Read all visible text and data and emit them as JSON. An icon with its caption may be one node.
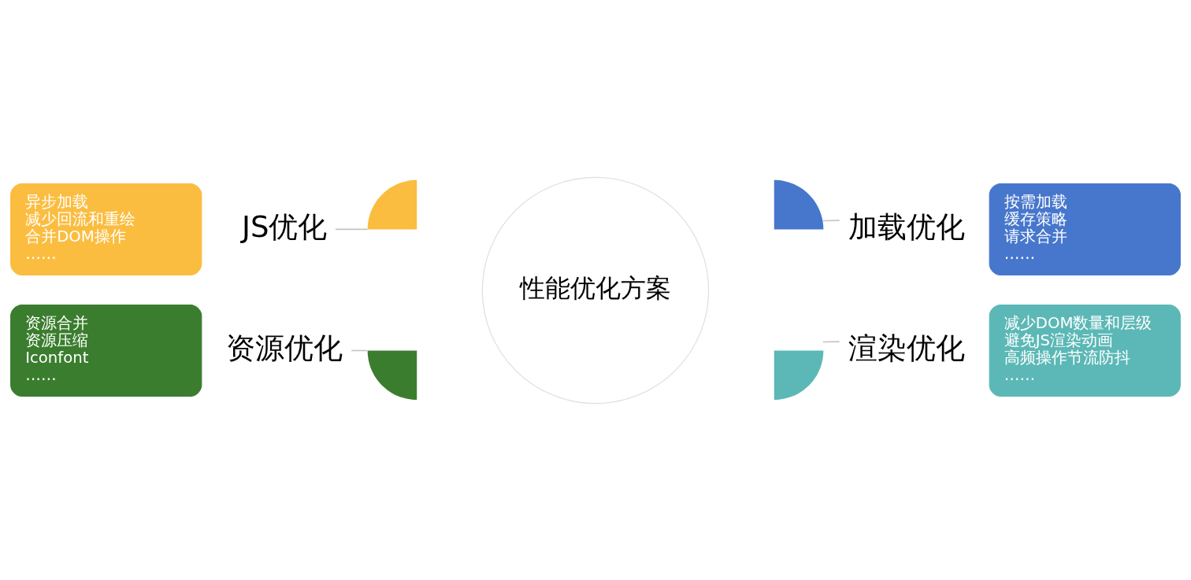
{
  "diagram": {
    "nodes": [
      {
        "text": [
          "异步加载",
          "减少回流和重绘",
          "合并DOM操作",
          "……"
        ]
      },
      {
        "text": [
          "JS优化"
        ]
      },
      {
        "text": [],
        "shape": "arc"
      },
      {
        "text": [],
        "shape": "arc"
      },
      {
        "text": [
          "加载优化"
        ]
      },
      {
        "text": [
          "按需加载",
          "缓存策略",
          "请求合并",
          "……"
        ]
      },
      {
        "text": [
          "性能优化方案"
        ]
      },
      {
        "text": [
          "资源合并",
          "资源压缩",
          "Iconfont",
          "……"
        ]
      },
      {
        "text": [
          "资源优化"
        ]
      },
      {
        "text": [],
        "shape": "arc"
      },
      {
        "text": [],
        "shape": "arc"
      },
      {
        "text": [
          "渲染优化"
        ]
      },
      {
        "text": [
          "减少DOM数量和层级",
          "避免JS渲染动画",
          "高频操作节流防抖",
          "……"
        ]
      }
    ],
    "edges": [
      {
        "from": 1,
        "to": 2,
        "arrow": "none"
      },
      {
        "from": 4,
        "to": 3,
        "arrow": "none"
      },
      {
        "from": 8,
        "to": 9,
        "arrow": "none"
      },
      {
        "from": 11,
        "to": 10,
        "arrow": "none"
      }
    ]
  }
}
